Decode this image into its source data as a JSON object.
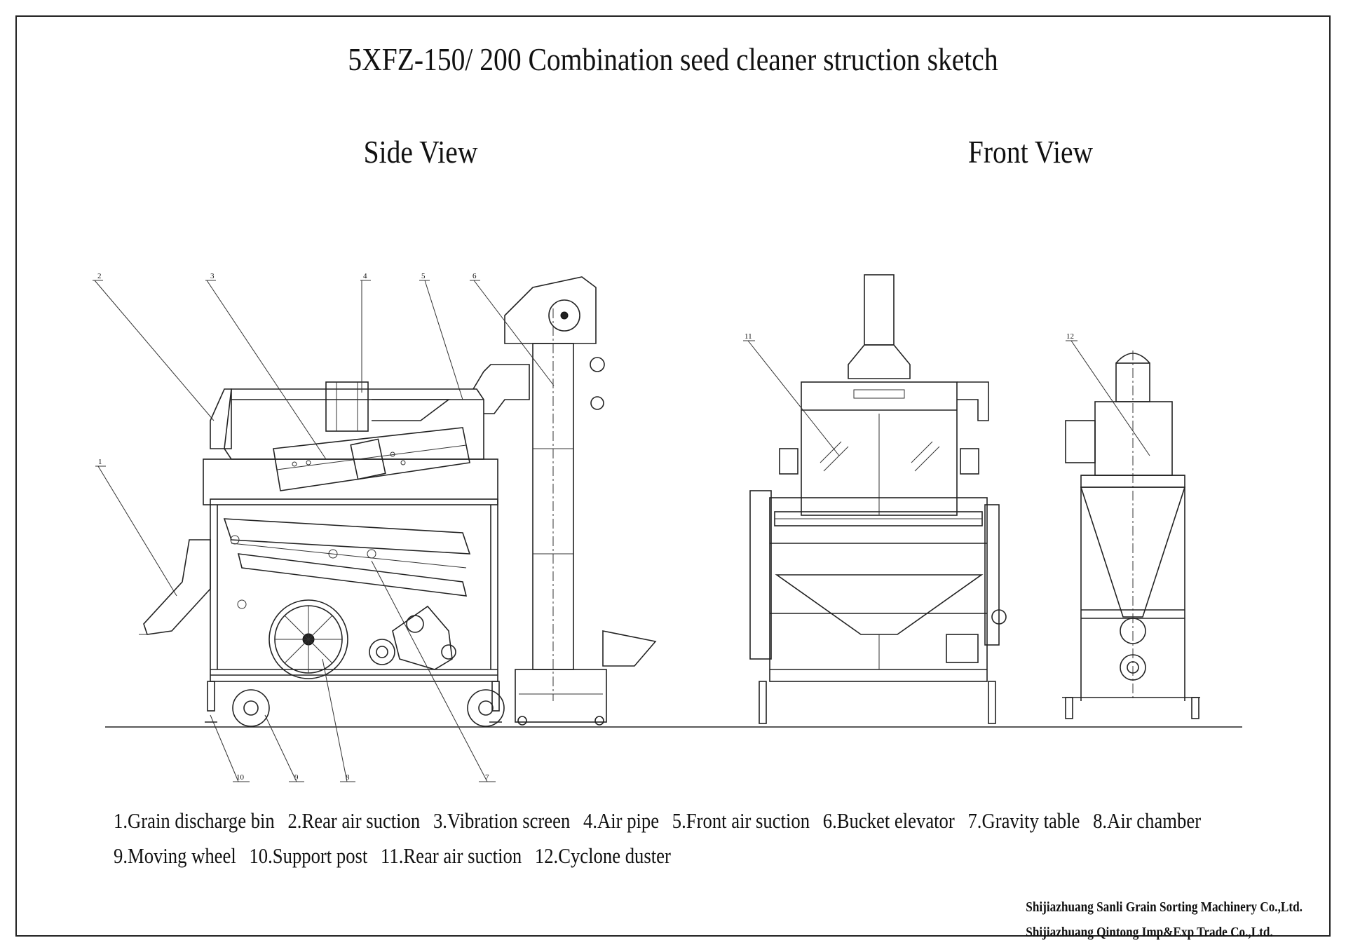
{
  "title": "5XFZ-150/ 200 Combination seed cleaner struction sketch",
  "views": {
    "side": "Side View",
    "front": "Front View"
  },
  "callouts": [
    "1",
    "2",
    "3",
    "4",
    "5",
    "6",
    "7",
    "8",
    "9",
    "10",
    "11",
    "12"
  ],
  "legend": {
    "line1": [
      "1.Grain discharge bin",
      "2.Rear air suction",
      "3.Vibration screen",
      "4.Air pipe",
      "5.Front air suction",
      "6.Bucket elevator",
      "7.Gravity table",
      "8.Air chamber"
    ],
    "line2": [
      "9.Moving wheel",
      "10.Support post",
      "11.Rear air suction",
      "12.Cyclone duster"
    ]
  },
  "company": {
    "line1": "Shijiazhuang Sanli Grain Sorting Machinery Co.,Ltd.",
    "line2": "Shijiazhuang Qintong Imp&Exp Trade Co.,Ltd."
  }
}
